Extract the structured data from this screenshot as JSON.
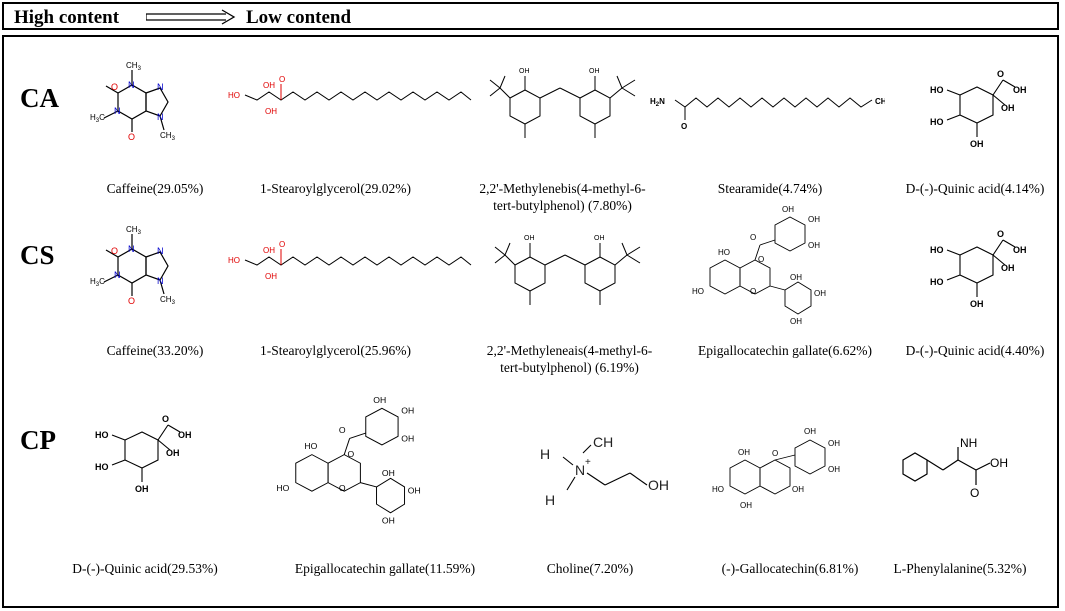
{
  "header": {
    "left": "High content",
    "right": "Low contend"
  },
  "rows": [
    {
      "label": "CA",
      "captions": [
        "Caffeine(29.05%)",
        "1-Stearoylglycerol(29.02%)",
        "2,2'-Methylenebis(4-methyl-6-tert-butylphenol) (7.80%)",
        "Stearamide(4.74%)",
        "D-(-)-Quinic acid(4.14%)"
      ]
    },
    {
      "label": "CS",
      "captions": [
        "Caffeine(33.20%)",
        "1-Stearoylglycerol(25.96%)",
        "2,2'-Methyleneais(4-methyl-6-tert-butylphenol) (6.19%)",
        "Epigallocatechin gallate(6.62%)",
        "D-(-)-Quinic acid(4.40%)"
      ]
    },
    {
      "label": "CP",
      "captions": [
        "D-(-)-Quinic acid(29.53%)",
        "Epigallocatechin gallate(11.59%)",
        "Choline(7.20%)",
        "(-)-Gallocatechin(6.81%)",
        "L-Phenylalanine(5.32%)"
      ]
    }
  ],
  "atoms": {
    "oh": "OH",
    "ho": "HO",
    "o": "O",
    "n": "N",
    "ch3": "CH",
    "h3c": "H",
    "c": "C",
    "h2n": "H",
    "nh2": "NH",
    "two": "2",
    "three": "3",
    "plus": "+"
  },
  "colors": {
    "heteroatom": "#e00000",
    "line": "#000000"
  }
}
